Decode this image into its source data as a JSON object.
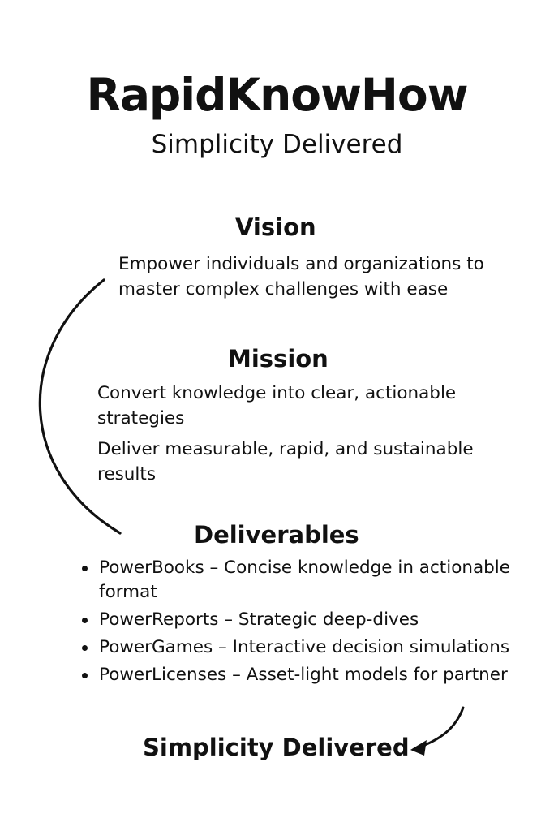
{
  "header": {
    "title": "RapidKnowHow",
    "subtitle": "Simplicity Delivered"
  },
  "vision": {
    "heading": "Vision",
    "text": "Empower individuals and organizations to master complex challenges with ease"
  },
  "mission": {
    "heading": "Mission",
    "items": [
      "Convert knowledge into clear, actionable strategies",
      "Deliver measurable, rapid, and sustainable results"
    ]
  },
  "deliverables": {
    "heading": "Deliverables",
    "items": [
      "PowerBooks – Concise knowledge in actionable format",
      "PowerReports – Strategic deep-dives",
      "PowerGames – Interactive decision simulations",
      "PowerLicenses – Asset-light models for partner"
    ]
  },
  "footer": {
    "text": "Simplicity Delivered"
  }
}
